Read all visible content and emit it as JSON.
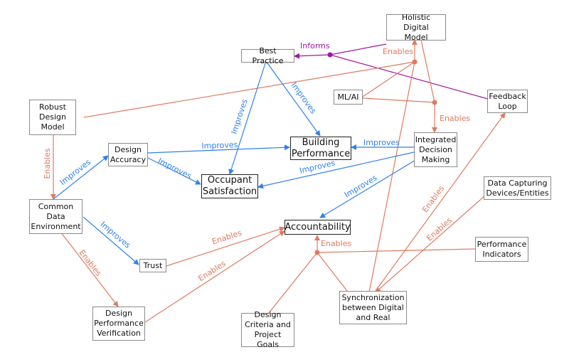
{
  "colors": {
    "improves": "#2f80ed",
    "enables": "#e07a5f",
    "informs": "#a0179e",
    "node_border": "#8a8a8a",
    "key_node_border": "#222222"
  },
  "nodes": {
    "holistic_digital_model": "Holistic Digital\nModel",
    "best_practice": "Best Practice",
    "robust_design_model": "Robust\nDesign\nModel",
    "ml_ai": "ML/AI",
    "feedback_loop": "Feedback\nLoop",
    "design_accuracy": "Design\nAccuracy",
    "building_performance": "Building\nPerformance",
    "integrated_decision_making": "Integrated\nDecision\nMaking",
    "occupant_satisfaction": "Occupant\nSatisfaction",
    "common_data_environment": "Common\nData\nEnvironment",
    "data_capturing_devices": "Data Capturing\nDevices/Entities",
    "accountability": "Accountability",
    "trust": "Trust",
    "performance_indicators": "Performance\nIndicators",
    "synchronization": "Synchronization\nbetween Digital\nand Real",
    "design_performance_verification": "Design\nPerformance\nVerification",
    "design_criteria": "Design\nCriteria and\nProject Goals"
  },
  "edge_labels": {
    "informs": "Informs",
    "enables": "Enables",
    "improves": "Improves"
  }
}
